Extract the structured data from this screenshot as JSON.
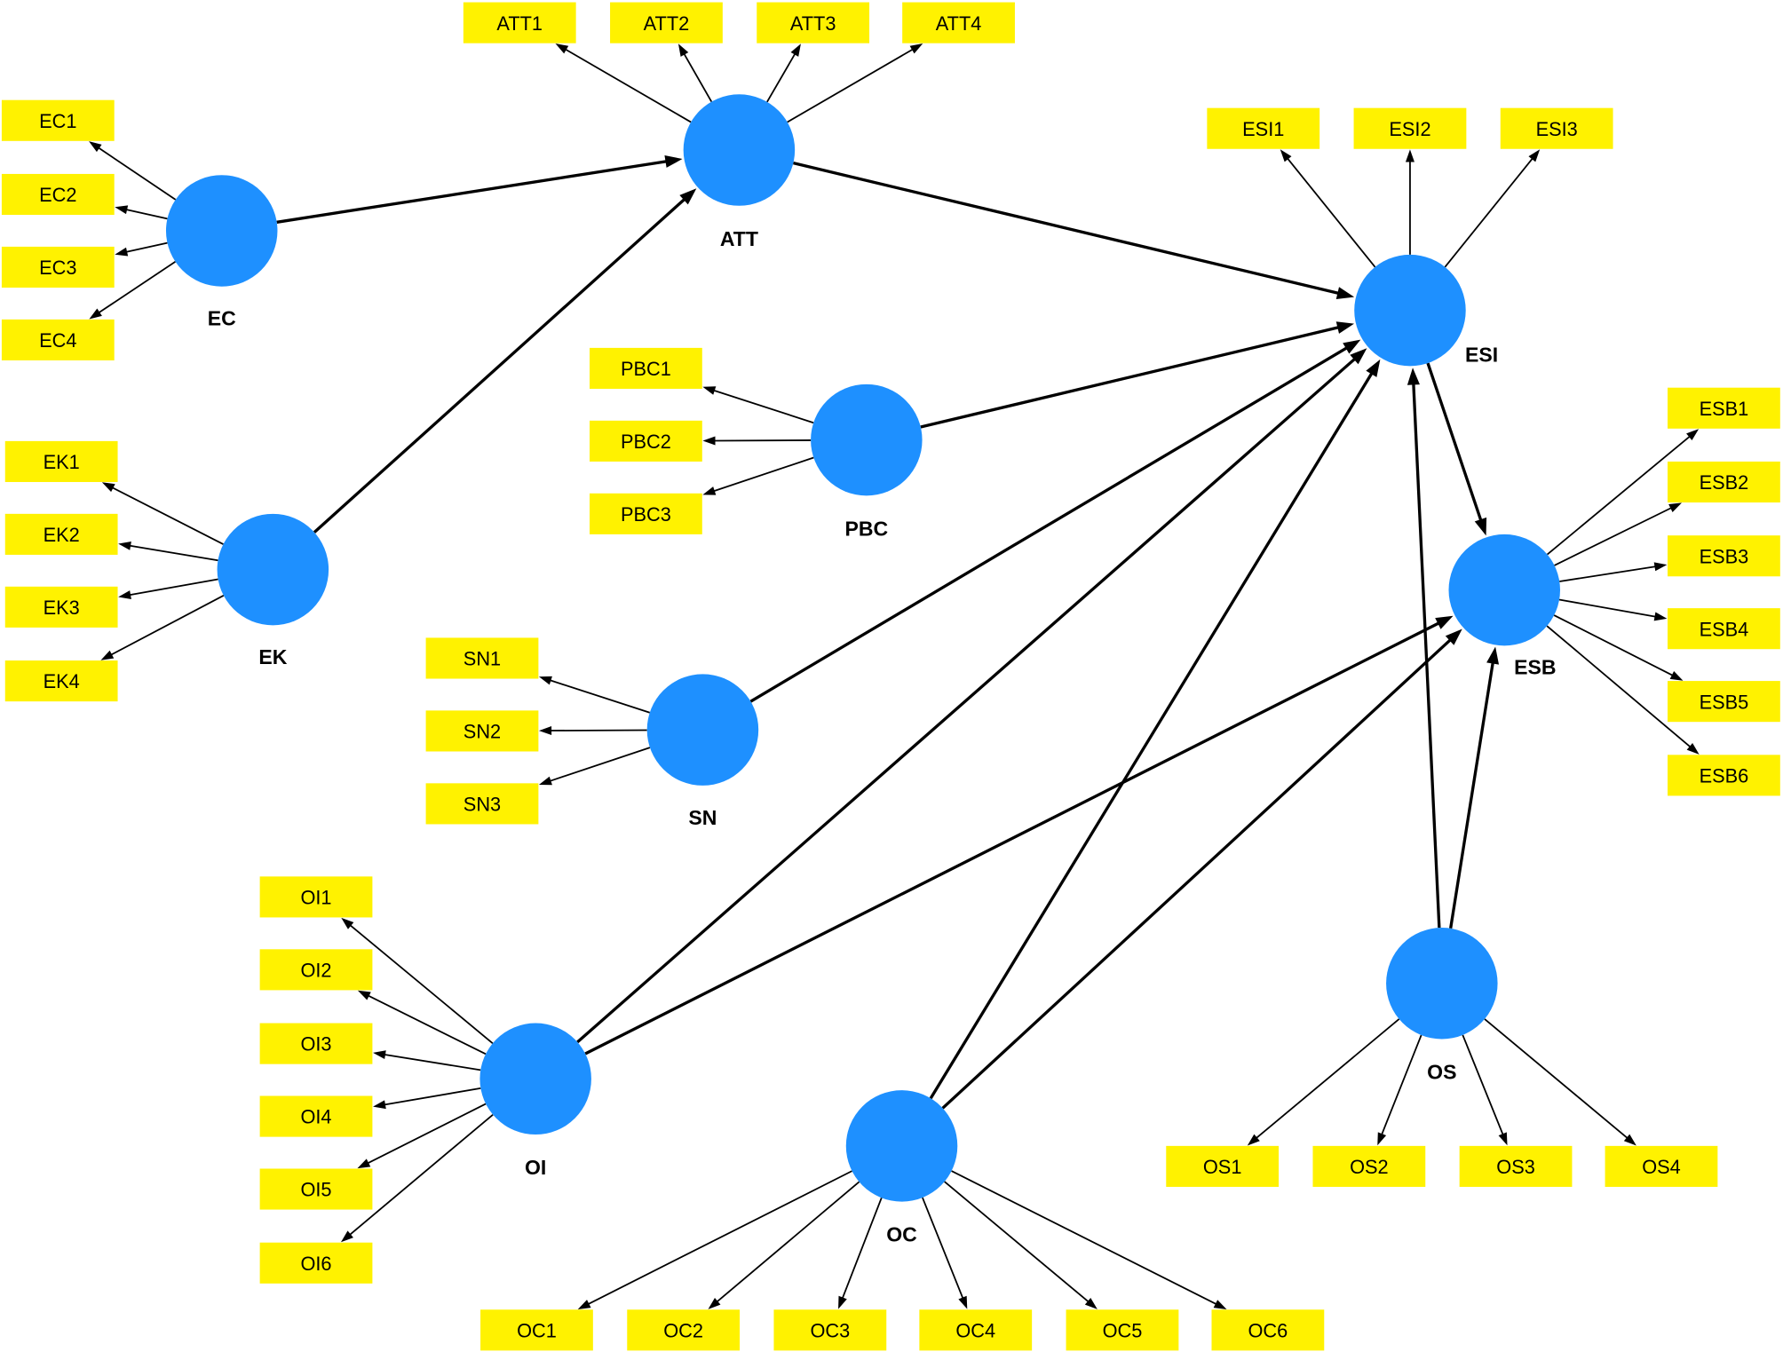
{
  "colors": {
    "background": "#FFFFFF",
    "construct_fill": "#1E90FF",
    "indicator_fill": "#FFF200",
    "arrow": "#000000",
    "text": "#000000"
  },
  "constructs": [
    {
      "label": "ATT",
      "indicators": [
        "ATT1",
        "ATT2",
        "ATT3",
        "ATT4"
      ]
    },
    {
      "label": "EC",
      "indicators": [
        "EC1",
        "EC2",
        "EC3",
        "EC4"
      ]
    },
    {
      "label": "EK",
      "indicators": [
        "EK1",
        "EK2",
        "EK3",
        "EK4"
      ]
    },
    {
      "label": "PBC",
      "indicators": [
        "PBC1",
        "PBC2",
        "PBC3"
      ]
    },
    {
      "label": "SN",
      "indicators": [
        "SN1",
        "SN2",
        "SN3"
      ]
    },
    {
      "label": "ESI",
      "indicators": [
        "ESI1",
        "ESI2",
        "ESI3"
      ]
    },
    {
      "label": "ESB",
      "indicators": [
        "ESB1",
        "ESB2",
        "ESB3",
        "ESB4",
        "ESB5",
        "ESB6"
      ]
    },
    {
      "label": "OS",
      "indicators": [
        "OS1",
        "OS2",
        "OS3",
        "OS4"
      ]
    },
    {
      "label": "OI",
      "indicators": [
        "OI1",
        "OI2",
        "OI3",
        "OI4",
        "OI5",
        "OI6"
      ]
    },
    {
      "label": "OC",
      "indicators": [
        "OC1",
        "OC2",
        "OC3",
        "OC4",
        "OC5",
        "OC6"
      ]
    }
  ],
  "paths": [
    {
      "from": "EC",
      "to": "ATT"
    },
    {
      "from": "EK",
      "to": "ATT"
    },
    {
      "from": "ATT",
      "to": "ESI"
    },
    {
      "from": "PBC",
      "to": "ESI"
    },
    {
      "from": "SN",
      "to": "ESI"
    },
    {
      "from": "OI",
      "to": "ESI"
    },
    {
      "from": "OC",
      "to": "ESI"
    },
    {
      "from": "OS",
      "to": "ESI"
    },
    {
      "from": "ESI",
      "to": "ESB"
    },
    {
      "from": "OI",
      "to": "ESB"
    },
    {
      "from": "OC",
      "to": "ESB"
    },
    {
      "from": "OS",
      "to": "ESB"
    }
  ]
}
